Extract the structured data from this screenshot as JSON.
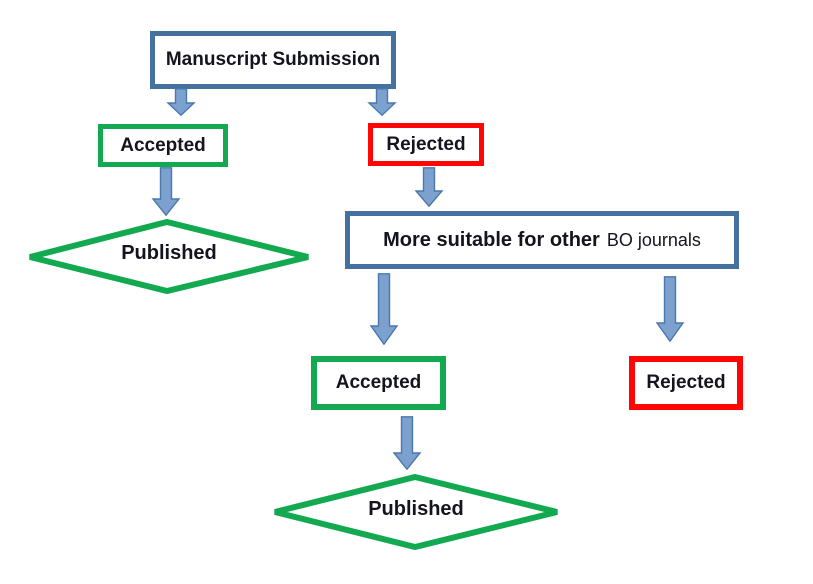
{
  "flowchart": {
    "nodes": {
      "manuscript": {
        "label": "Manuscript Submission",
        "shape": "rectangle",
        "border_color": "#44719E"
      },
      "accepted1": {
        "label": "Accepted",
        "shape": "rectangle",
        "border_color": "#12A950"
      },
      "rejected1": {
        "label": "Rejected",
        "shape": "rectangle",
        "border_color": "#FF0505"
      },
      "published1": {
        "label": "Published",
        "shape": "diamond",
        "border_color": "#12A950"
      },
      "more_suitable": {
        "label": "More suitable for other BO journals",
        "label_main": "More suitable for other",
        "label_suffix": "BO journals",
        "shape": "rectangle",
        "border_color": "#44719E"
      },
      "accepted2": {
        "label": "Accepted",
        "shape": "rectangle",
        "border_color": "#12A950"
      },
      "rejected2": {
        "label": "Rejected",
        "shape": "rectangle",
        "border_color": "#FF0505"
      },
      "published2": {
        "label": "Published",
        "shape": "diamond",
        "border_color": "#12A950"
      }
    },
    "edges": [
      {
        "from": "manuscript",
        "to": "accepted1"
      },
      {
        "from": "manuscript",
        "to": "rejected1"
      },
      {
        "from": "accepted1",
        "to": "published1"
      },
      {
        "from": "rejected1",
        "to": "more_suitable"
      },
      {
        "from": "more_suitable",
        "to": "accepted2"
      },
      {
        "from": "more_suitable",
        "to": "rejected2"
      },
      {
        "from": "accepted2",
        "to": "published2"
      }
    ],
    "colors": {
      "process_border": "#44719E",
      "accepted_border": "#12A950",
      "rejected_border": "#FF0505",
      "arrow_fill": "#7CA1CF",
      "arrow_outline": "#4A77AC",
      "label_text": "#141420",
      "background": "#FFFFFF"
    }
  }
}
